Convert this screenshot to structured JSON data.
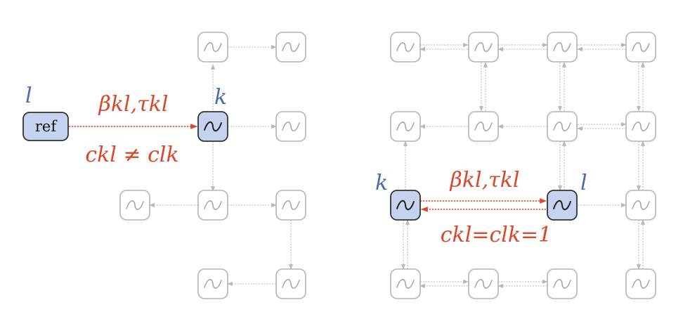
{
  "left_panel": {
    "ref_label": "ref",
    "source_node_label": "l",
    "target_node_label": "k",
    "edge_params": "βkl,τkl",
    "coupling_relation": "ckl ≠ clk"
  },
  "right_panel": {
    "node_k_label": "k",
    "node_l_label": "l",
    "edge_params": "βkl,τkl",
    "coupling_relation": "ckl=clk=1"
  },
  "colors": {
    "highlight_fill": "#c5d3ee",
    "label_blue": "#4a6bb0",
    "label_red": "#d9482b",
    "edge_gray": "#bdbdbd",
    "node_border_gray": "#b4b4b4"
  },
  "icons": {
    "oscillator": "sine-wave-icon"
  }
}
